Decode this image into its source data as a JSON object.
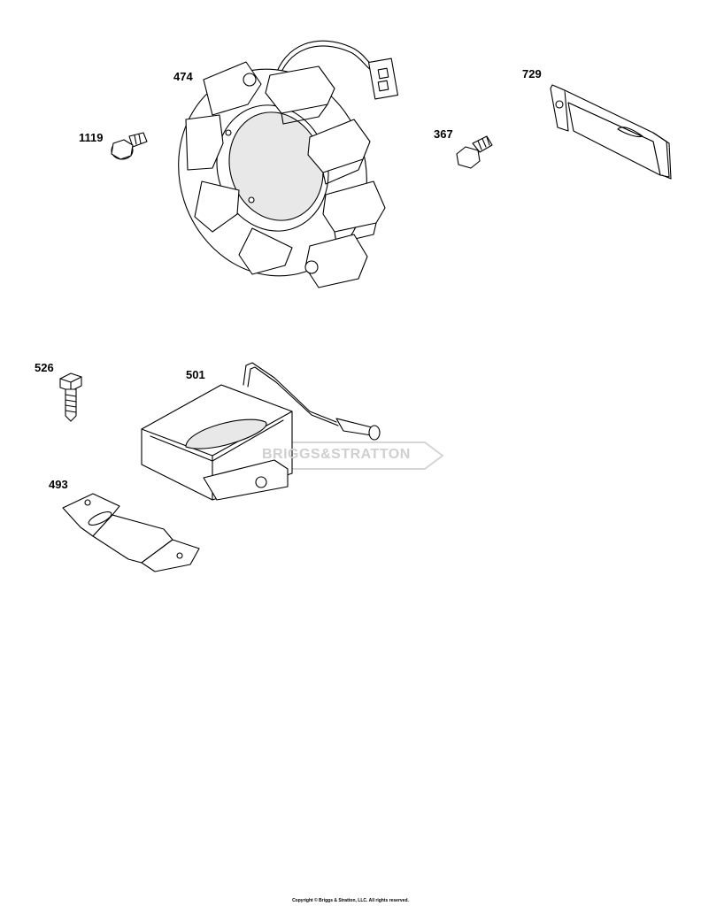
{
  "callouts": {
    "c474": "474",
    "c1119": "1119",
    "c367": "367",
    "c729": "729",
    "c526": "526",
    "c501": "501",
    "c493": "493"
  },
  "watermark": "BRIGGS&STRATTON",
  "footer": "Copyright © Briggs & Stratton, LLC. All rights reserved."
}
